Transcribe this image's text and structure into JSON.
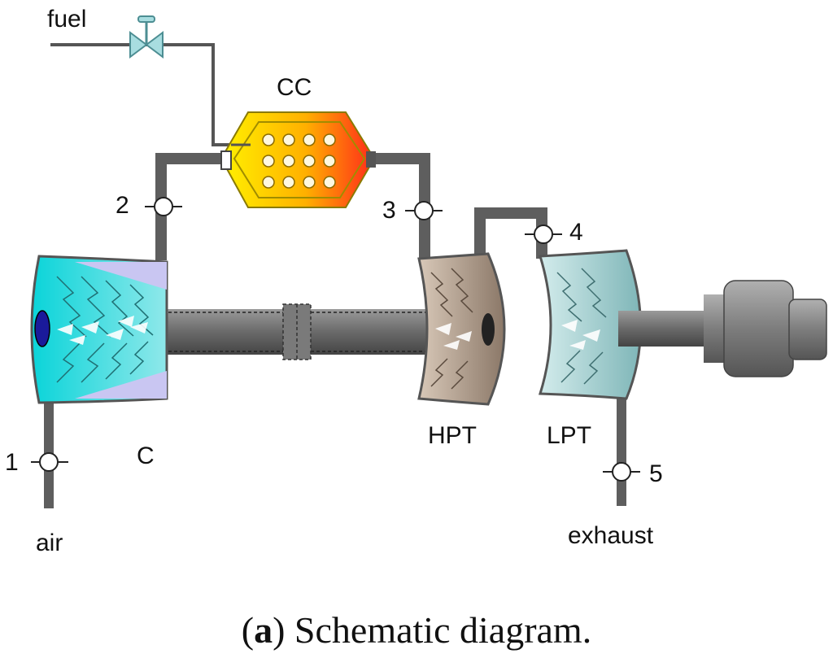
{
  "labels": {
    "fuel": "fuel",
    "air": "air",
    "exhaust": "exhaust",
    "compressor": "C",
    "combustion_chamber": "CC",
    "high_pressure_turbine": "HPT",
    "low_pressure_turbine": "LPT"
  },
  "stations": [
    "1",
    "2",
    "3",
    "4",
    "5"
  ],
  "caption": {
    "open_paren": "(",
    "letter": "a",
    "text": ") Schematic diagram."
  },
  "colors": {
    "pipe": "#606060",
    "compressor_blade": "#2fd3d8",
    "compressor_shroud": "#c9c6f2",
    "hpt_body": "#b9a897",
    "lpt_body": "#a9cfd0",
    "cc_outer": "#fff200",
    "cc_hot": "#ff3c1e",
    "valve": "#a8dde0",
    "generator": "#8a8a8a"
  }
}
